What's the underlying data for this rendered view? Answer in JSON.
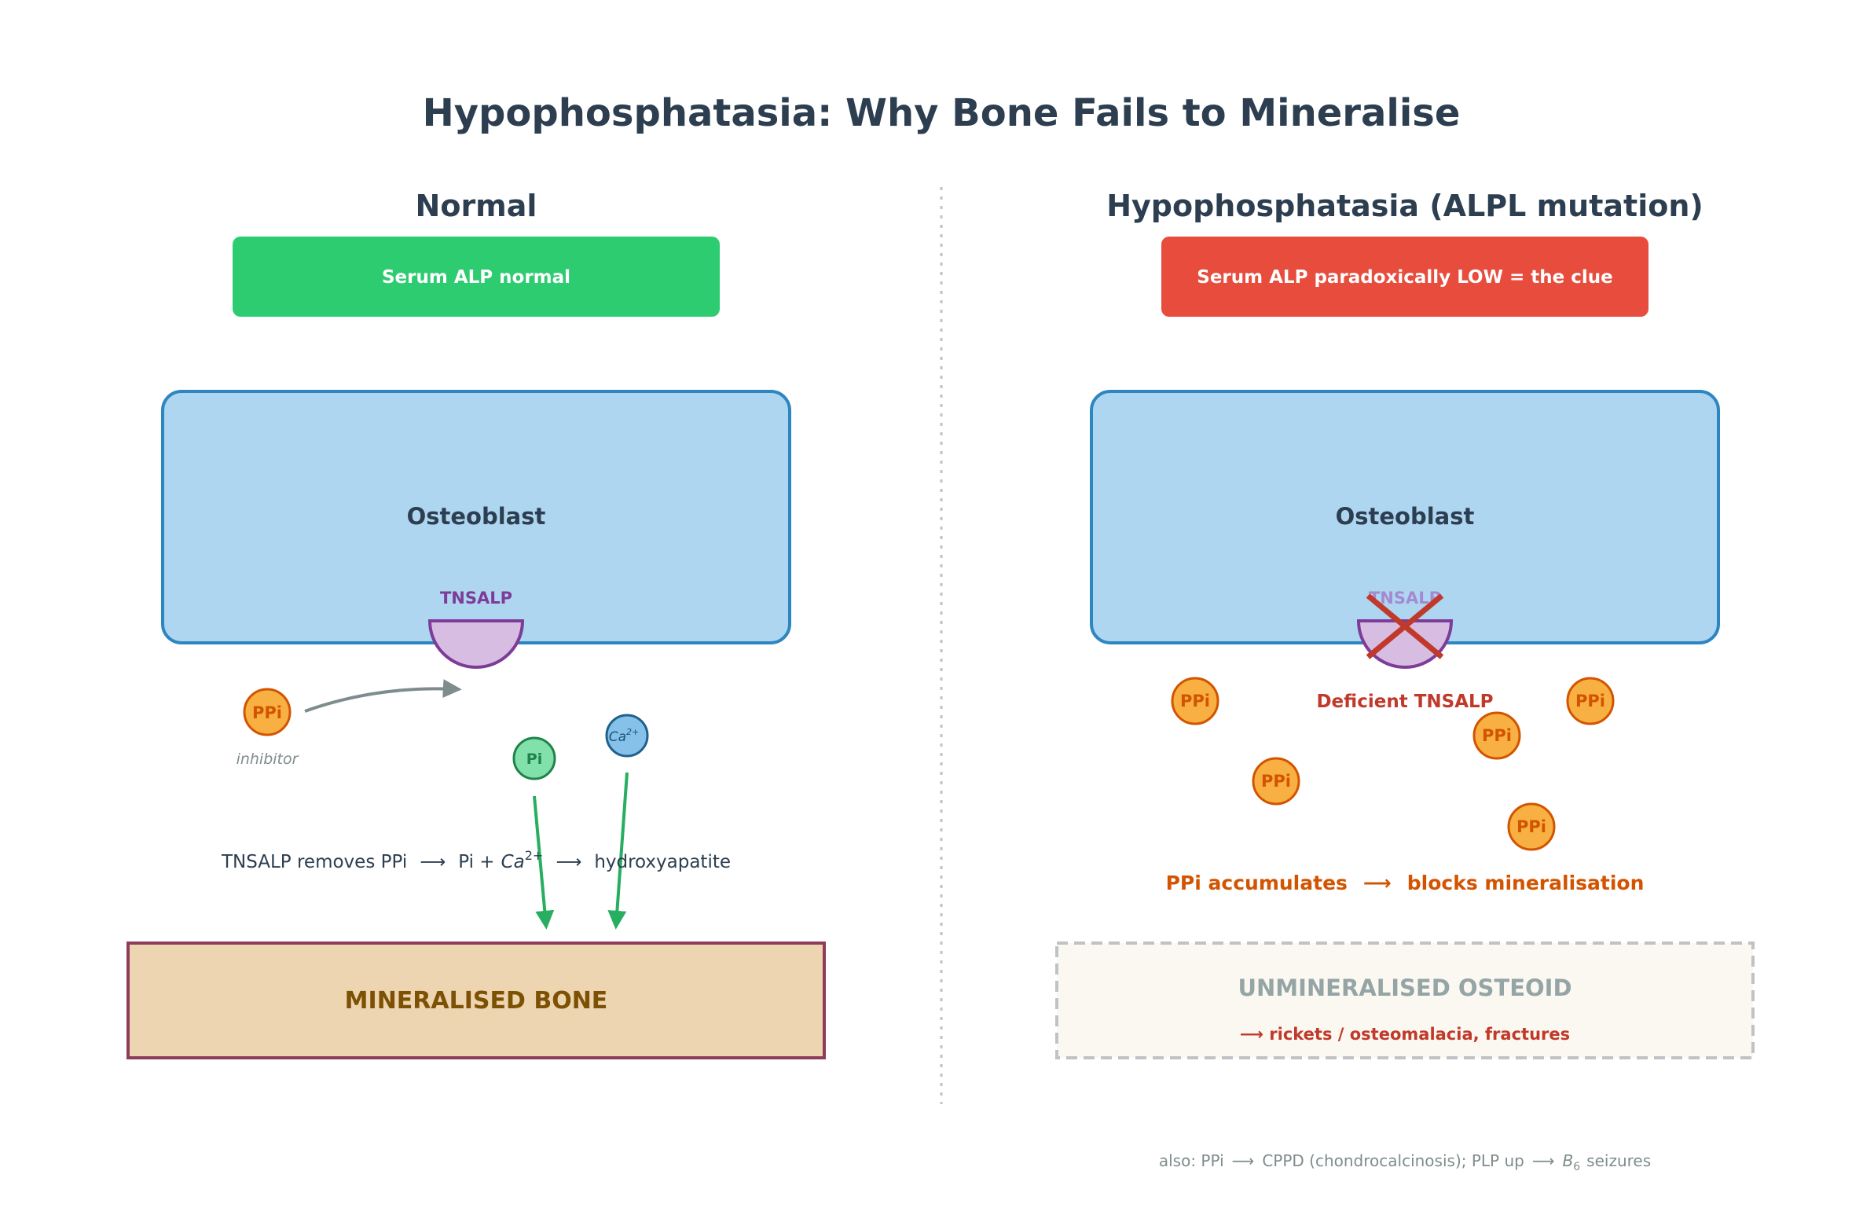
{
  "title": "Hypophosphatasia: Why Bone Fails to Mineralise",
  "colors": {
    "normal_badge": "#2ecc71",
    "low_badge": "#e74c3c",
    "cell_fill": "#aed6f1",
    "cell_stroke": "#2e86c1",
    "enzyme_fill": "#d7bde2",
    "enzyme_stroke": "#7d3c98",
    "ppi_fill": "#f8b043",
    "ppi_stroke": "#d35400",
    "pi_fill": "#82e0aa",
    "ca_fill": "#85c1e9",
    "arrow_green": "#27ae60",
    "cross_red": "#c0392b",
    "bone_fill": "#edd5b1",
    "bone_stroke": "#8e3b5c"
  },
  "normal": {
    "heading": "Normal",
    "badge": "Serum ALP normal",
    "cell_label": "Osteoblast",
    "enzyme_label": "TNSALP",
    "ppi_label": "PPi",
    "inhibitor_label": "inhibitor",
    "pi_label": "Pi",
    "ca_label": "Ca",
    "ca_superscript": "2+",
    "equation": {
      "part1": "TNSALP removes PPi",
      "arrow1": "⟶",
      "part2": "Pi +",
      "ion": "Ca",
      "ion_sup": "2+",
      "arrow2": "⟶",
      "part3": "hydroxyapatite"
    },
    "bone_label": "MINERALISED BONE"
  },
  "hpp": {
    "heading": "Hypophosphatasia (ALPL mutation)",
    "badge": "Serum ALP paradoxically LOW = the clue",
    "cell_label": "Osteoblast",
    "enzyme_label": "TNSALP",
    "deficient_label": "Deficient TNSALP",
    "ppi_labels": [
      "PPi",
      "PPi",
      "PPi",
      "PPi",
      "PPi"
    ],
    "accumulation": {
      "part1": "PPi accumulates",
      "arrow": "⟶",
      "part2": "blocks mineralisation"
    },
    "osteoid_label": "UNMINERALISED OSTEOID",
    "consequence": "⟶ rickets / osteomalacia, fractures"
  },
  "footnote": {
    "part1": "also: PPi",
    "arrow1": "⟶",
    "part2": "CPPD (chondrocalcinosis); PLP up",
    "arrow2": "⟶",
    "vitamin": "B",
    "vitamin_sub": "6",
    "part3": "seizures"
  }
}
